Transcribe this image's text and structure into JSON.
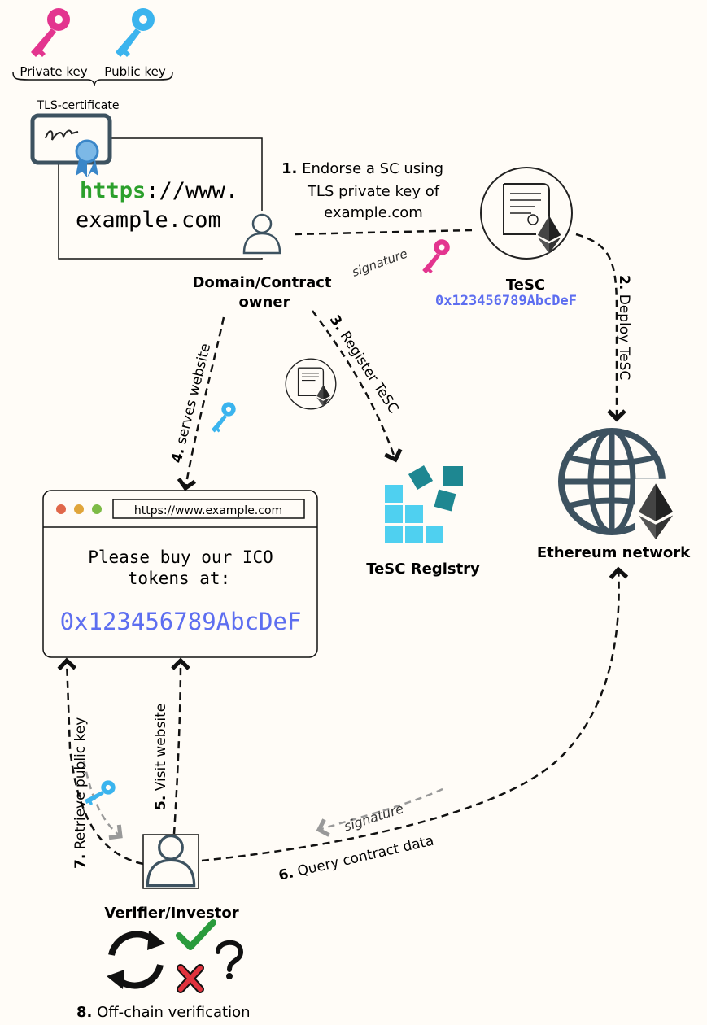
{
  "keys": {
    "private_label": "Private key",
    "public_label": "Public key",
    "certificate_label": "TLS-certificate"
  },
  "certificate": {
    "url_scheme": "https",
    "url_rest": "://www.",
    "url_domain": "example.com"
  },
  "owner": {
    "line1": "Domain/Contract",
    "line2": "owner"
  },
  "steps": {
    "s1_num": "1.",
    "s1_line1": "Endorse a SC using",
    "s1_line2": "TLS private key of",
    "s1_line3": "example.com",
    "s2_num": "2.",
    "s2_text": "Deploy TeSC",
    "s3_num": "3.",
    "s3_text": "Register TeSC",
    "s4_num": "4.",
    "s4_text": "serves website",
    "s5_num": "5.",
    "s5_text": "Visit website",
    "s6_num": "6.",
    "s6_text": "Query contract data",
    "s7_num": "7.",
    "s7_text": "Retrieve  public key",
    "s8_num": "8.",
    "s8_text": "Off-chain verification"
  },
  "signature_text": "signature",
  "tesc": {
    "title": "TeSC",
    "address": "0x123456789AbcDeF"
  },
  "registry_label": "TeSC Registry",
  "ethereum_label": "Ethereum network",
  "browser": {
    "url": "https://www.example.com",
    "line1": "Please buy our ICO",
    "line2": "tokens at:",
    "address": "0x123456789AbcDeF"
  },
  "verifier_label": "Verifier/Investor",
  "colors": {
    "private_key": "#e3358f",
    "public_key": "#3bb4ee",
    "address": "#5d6ef0",
    "https": "#2ca02c",
    "registry": "#4fd0f0",
    "registry_dark": "#1e8791",
    "globe": "#3d5260",
    "check": "#2a9b3c",
    "cross": "#e0323d"
  },
  "icons": [
    "private-key-icon",
    "public-key-icon",
    "certificate-icon",
    "user-icon",
    "contract-icon",
    "ethereum-icon",
    "globe-icon",
    "registry-icon",
    "sync-icon",
    "check-icon",
    "cross-icon",
    "question-icon"
  ]
}
